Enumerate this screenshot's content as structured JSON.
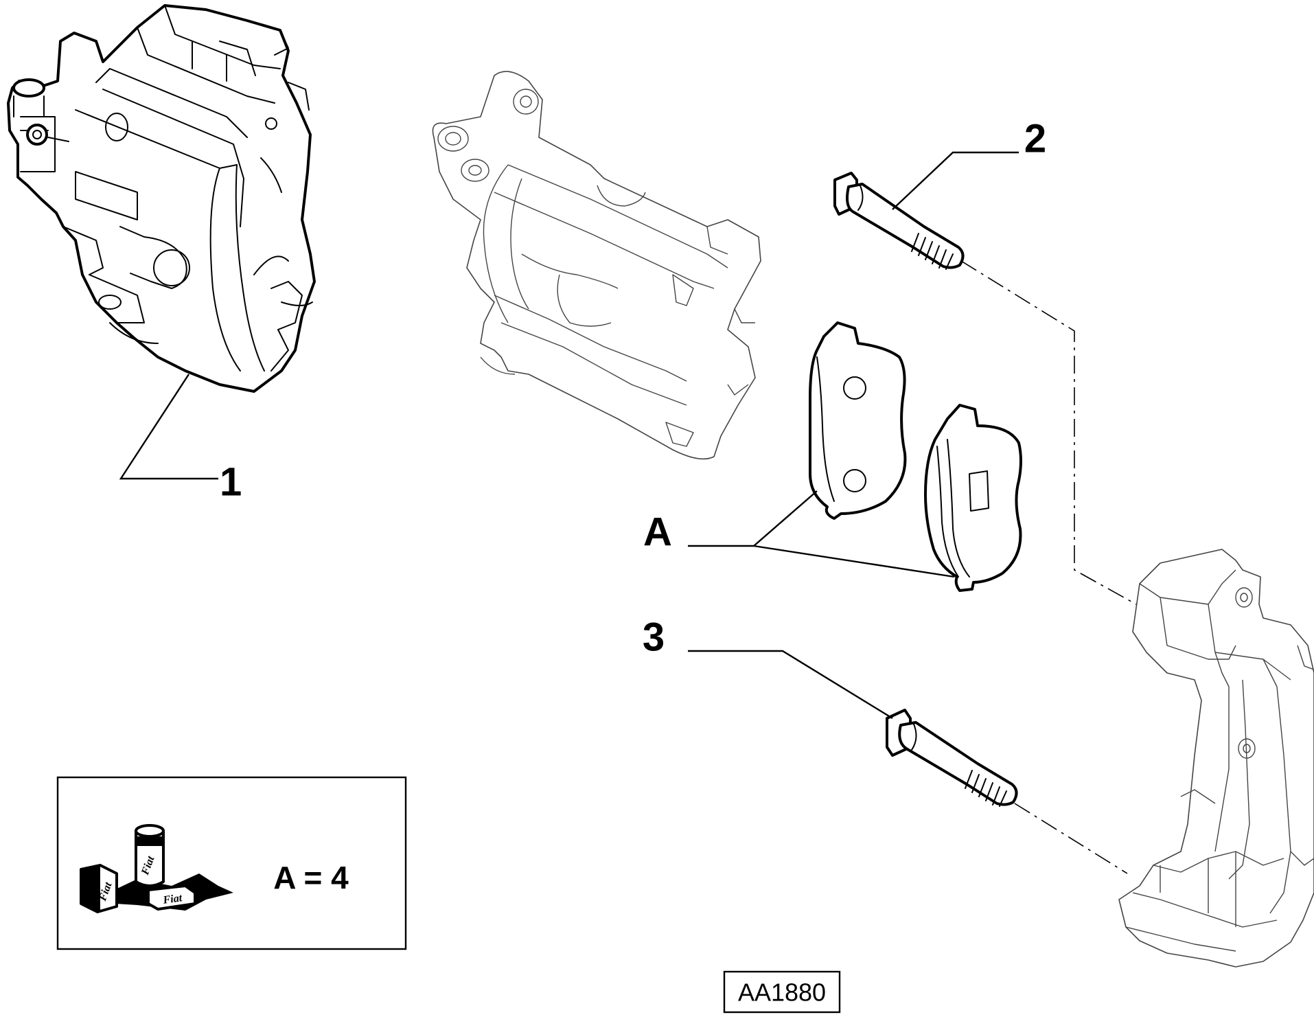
{
  "callouts": {
    "part_1": "1",
    "part_2": "2",
    "part_3": "3",
    "pads": "A"
  },
  "kit_box": {
    "label": "A = 4",
    "brand_text": "Fiat"
  },
  "drawing_code": "AA1880"
}
